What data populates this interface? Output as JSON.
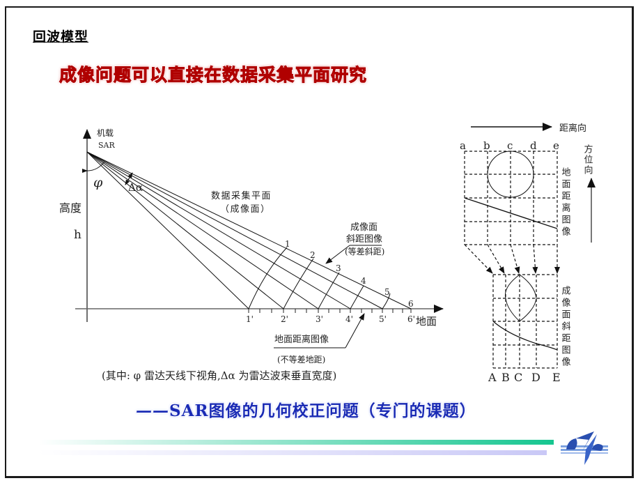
{
  "slide": {
    "section_title": "回波模型",
    "headline": "成像问题可以直接在数据采集平面研究",
    "subhead_dash": "——",
    "subhead_sar": "SAR",
    "subhead_rest": "图像的几何校正问题（专门的课题）",
    "colors": {
      "headline": "#e8151b",
      "subhead": "#1a2bb5",
      "bar_green": "#16c690",
      "bar_lavender": "#c9c8f6",
      "logo_blue": "#2a4fb0"
    }
  },
  "left_diagram": {
    "sar_label_line1": "机载",
    "sar_label_line2": "SAR",
    "height_label": "高度",
    "height_symbol": "h",
    "look_angle_symbol": "φ",
    "beam_width_symbol": "Δα",
    "slant_plane_label_line1": "数据采集平面",
    "slant_plane_label_line2": "（成像面）",
    "slant_image_label_line1": "成像面",
    "slant_image_label_line2": "斜距图像",
    "slant_image_label_line3": "(等差斜距)",
    "ground_axis_label": "地面",
    "ground_image_label_line1": "地面距离图像",
    "ground_image_label_line2": "(不等差地距)",
    "slant_points": [
      "1",
      "2",
      "3",
      "4",
      "5",
      "6"
    ],
    "ground_points": [
      "1'",
      "2'",
      "3'",
      "4'",
      "5'",
      "6'"
    ],
    "caption": "(其中: φ 雷达天线下视角,Δα 为雷达波束垂直宽度)"
  },
  "right_diagram": {
    "range_direction_label": "距离向",
    "azimuth_direction_label": "方位向",
    "ground_image_label": "地面距离图像",
    "slant_image_label": "成像面斜距图像",
    "top_columns": [
      "a",
      "b",
      "c",
      "d",
      "e"
    ],
    "bottom_columns": [
      "A",
      "B",
      "C",
      "D",
      "E"
    ]
  },
  "footer": {
    "logo_icon": "university-logo-icon"
  }
}
